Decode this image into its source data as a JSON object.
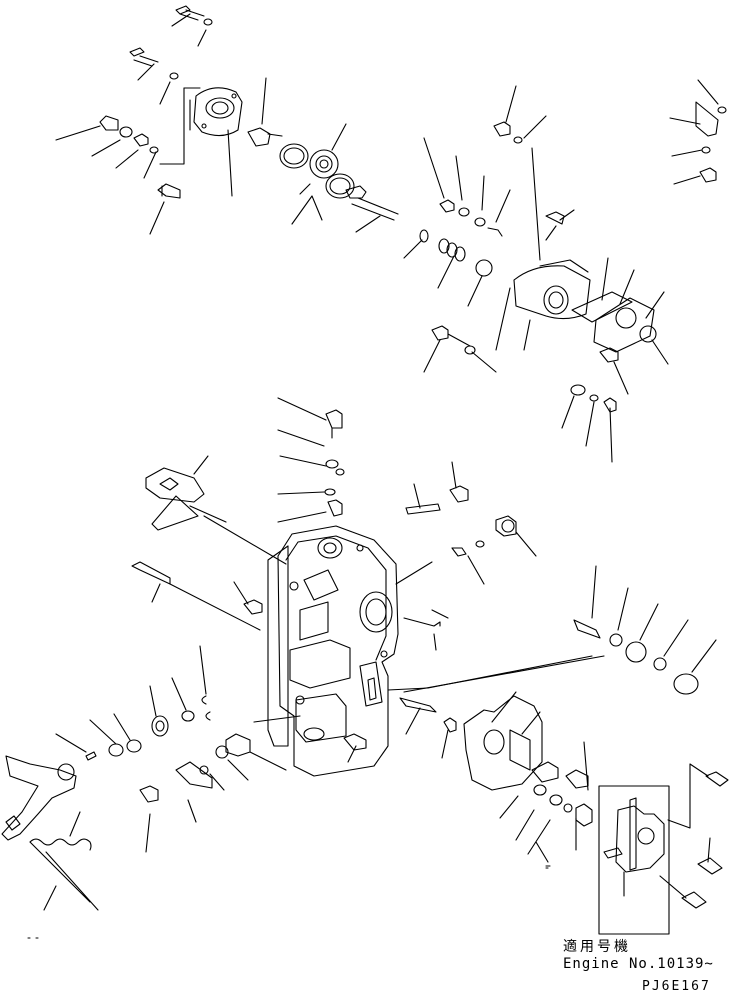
{
  "figure": {
    "applicable_serial_jp": "適用号機",
    "applicable_serial_en": "Engine No.10139~",
    "drawing_code": "PJ6E167"
  },
  "colors": {
    "line": "#000000",
    "background": "#ffffff"
  }
}
